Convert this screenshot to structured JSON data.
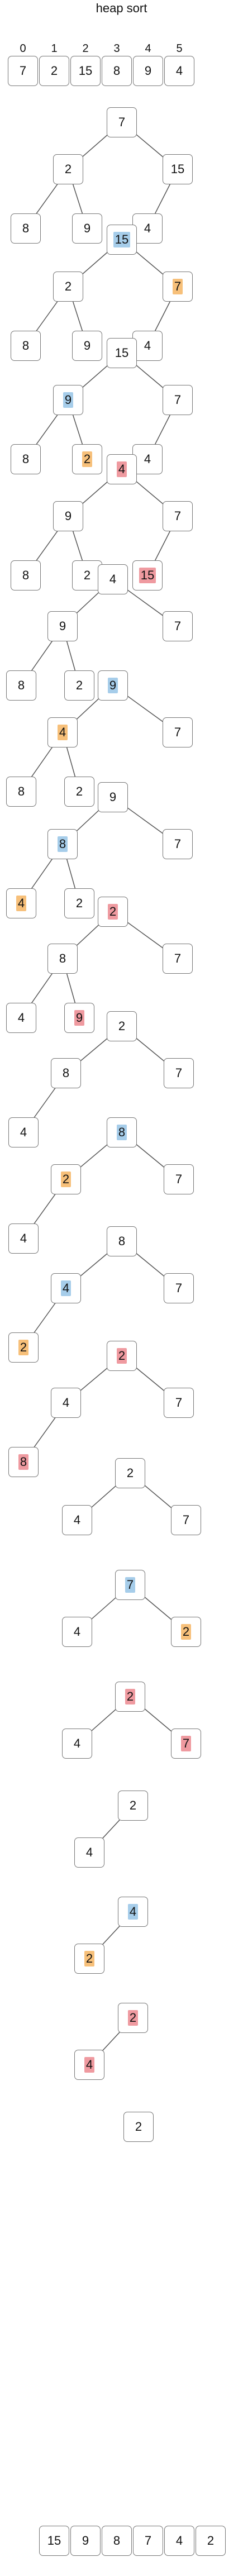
{
  "title": "heap sort",
  "initial": {
    "indices": [
      "0",
      "1",
      "2",
      "3",
      "4",
      "5"
    ],
    "values": [
      "7",
      "2",
      "15",
      "8",
      "9",
      "4"
    ]
  },
  "stages": [
    {
      "values": [
        "7",
        "2",
        "15",
        "8",
        "9",
        "4"
      ],
      "hl": {}
    },
    {
      "values": [
        "15",
        "2",
        "7",
        "8",
        "9",
        "4"
      ],
      "hl": {
        "0": "blue",
        "2": "orange"
      }
    },
    {
      "values": [
        "15",
        "9",
        "7",
        "8",
        "2",
        "4"
      ],
      "hl": {
        "1": "blue",
        "4": "orange"
      }
    },
    {
      "values": [
        "4",
        "9",
        "7",
        "8",
        "2",
        "15"
      ],
      "hl": {
        "0": "red",
        "5": "red"
      }
    },
    {
      "values": [
        "4",
        "9",
        "7",
        "8",
        "2"
      ],
      "hl": {}
    },
    {
      "values": [
        "9",
        "4",
        "7",
        "8",
        "2"
      ],
      "hl": {
        "0": "blue",
        "1": "orange"
      }
    },
    {
      "values": [
        "9",
        "8",
        "7",
        "4",
        "2"
      ],
      "hl": {
        "1": "blue",
        "3": "orange"
      }
    },
    {
      "values": [
        "2",
        "8",
        "7",
        "4",
        "9"
      ],
      "hl": {
        "0": "red",
        "4": "red"
      }
    },
    {
      "values": [
        "2",
        "8",
        "7",
        "4"
      ],
      "hl": {}
    },
    {
      "values": [
        "8",
        "2",
        "7",
        "4"
      ],
      "hl": {
        "0": "blue",
        "1": "orange"
      }
    },
    {
      "values": [
        "8",
        "4",
        "7",
        "2"
      ],
      "hl": {
        "1": "blue",
        "3": "orange"
      }
    },
    {
      "values": [
        "2",
        "4",
        "7",
        "8"
      ],
      "hl": {
        "0": "red",
        "3": "red"
      }
    },
    {
      "values": [
        "2",
        "4",
        "7"
      ],
      "hl": {}
    },
    {
      "values": [
        "7",
        "4",
        "2"
      ],
      "hl": {
        "0": "blue",
        "2": "orange"
      }
    },
    {
      "values": [
        "2",
        "4",
        "7"
      ],
      "hl": {
        "0": "red",
        "2": "red"
      }
    },
    {
      "values": [
        "2",
        "4"
      ],
      "hl": {}
    },
    {
      "values": [
        "4",
        "2"
      ],
      "hl": {
        "0": "blue",
        "1": "orange"
      }
    },
    {
      "values": [
        "2",
        "4"
      ],
      "hl": {
        "0": "red",
        "1": "red"
      }
    },
    {
      "values": [
        "2"
      ],
      "hl": {}
    }
  ],
  "final": [
    "15",
    "9",
    "8",
    "7",
    "4",
    "2"
  ],
  "colors": {
    "blue": "#a6cdea",
    "orange": "#f7c07a",
    "red": "#ef9aa0",
    "border": "#777777",
    "edge": "#555555"
  }
}
